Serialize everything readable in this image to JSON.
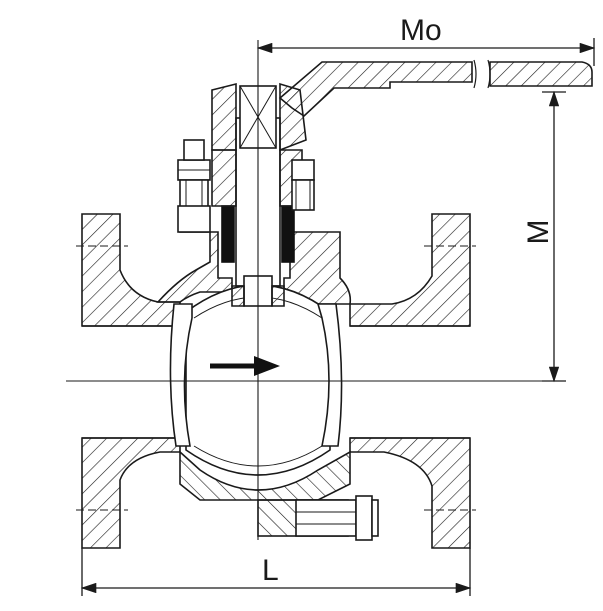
{
  "dimensions": {
    "mo_label": "Mo",
    "m_label": "M",
    "l_label": "L"
  },
  "flow": {
    "direction": "left-to-right"
  },
  "colors": {
    "line": "#1a1a1a",
    "background": "#ffffff",
    "seal": "#111111"
  }
}
